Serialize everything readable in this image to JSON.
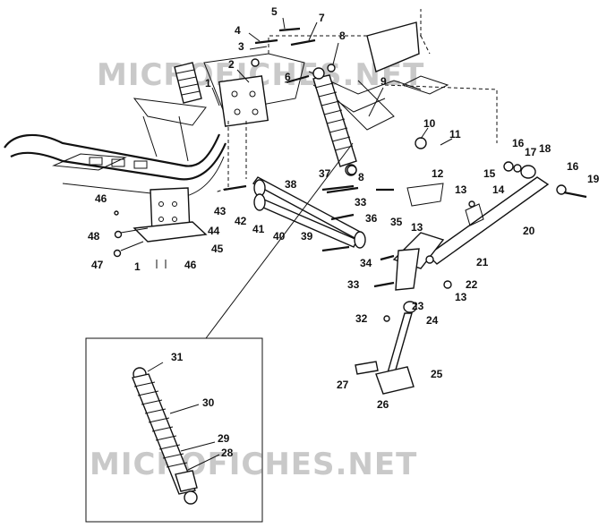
{
  "watermark": "MICROFICHES.NET",
  "callouts": [
    "1",
    "2",
    "3",
    "4",
    "5",
    "6",
    "7",
    "8",
    "9",
    "10",
    "11",
    "12",
    "13",
    "14",
    "15",
    "16",
    "17",
    "18",
    "19",
    "20",
    "21",
    "22",
    "23",
    "24",
    "25",
    "26",
    "27",
    "28",
    "29",
    "30",
    "31",
    "32",
    "33",
    "34",
    "35",
    "36",
    "37",
    "38",
    "39",
    "40",
    "41",
    "42",
    "43",
    "44",
    "45",
    "46",
    "47",
    "48"
  ],
  "labels": [
    {
      "t": "5"
    },
    {
      "t": "7"
    },
    {
      "t": "4"
    },
    {
      "t": "3"
    },
    {
      "t": "8"
    },
    {
      "t": "2"
    },
    {
      "t": "6"
    },
    {
      "t": "1"
    },
    {
      "t": "9"
    },
    {
      "t": "10"
    },
    {
      "t": "11"
    },
    {
      "t": "16"
    },
    {
      "t": "17"
    },
    {
      "t": "18"
    },
    {
      "t": "16"
    },
    {
      "t": "19"
    },
    {
      "t": "37"
    },
    {
      "t": "8"
    },
    {
      "t": "12"
    },
    {
      "t": "15"
    },
    {
      "t": "38"
    },
    {
      "t": "13"
    },
    {
      "t": "14"
    },
    {
      "t": "46"
    },
    {
      "t": "43"
    },
    {
      "t": "33"
    },
    {
      "t": "42"
    },
    {
      "t": "35"
    },
    {
      "t": "44"
    },
    {
      "t": "36"
    },
    {
      "t": "41"
    },
    {
      "t": "13"
    },
    {
      "t": "20"
    },
    {
      "t": "48"
    },
    {
      "t": "40"
    },
    {
      "t": "39"
    },
    {
      "t": "45"
    },
    {
      "t": "34"
    },
    {
      "t": "21"
    },
    {
      "t": "47"
    },
    {
      "t": "1"
    },
    {
      "t": "46"
    },
    {
      "t": "33"
    },
    {
      "t": "22"
    },
    {
      "t": "13"
    },
    {
      "t": "23"
    },
    {
      "t": "32"
    },
    {
      "t": "24"
    },
    {
      "t": "31"
    },
    {
      "t": "30"
    },
    {
      "t": "25"
    },
    {
      "t": "27"
    },
    {
      "t": "26"
    },
    {
      "t": "29"
    },
    {
      "t": "28"
    }
  ]
}
